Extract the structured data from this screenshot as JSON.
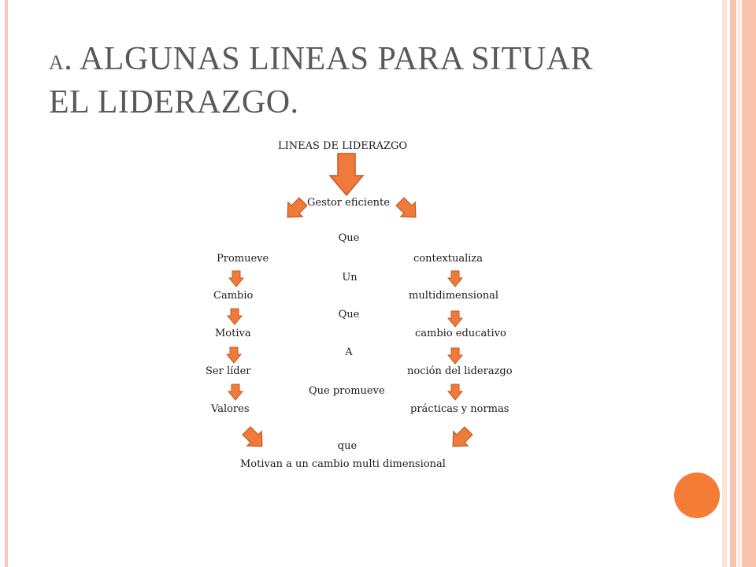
{
  "slide": {
    "title_letter": "A",
    "title_rest": ". ALGUNAS LINEAS PARA SITUAR",
    "title_line2": "EL LIDERAZGO.",
    "colors": {
      "accent_orange": "#f47c35",
      "arrow_fill": "#f07a3b",
      "arrow_stroke": "#c25a1f",
      "title_gray": "#595959",
      "stripe_light": "#fde3d6",
      "stripe_mid": "#f9c2ab"
    }
  },
  "diagram": {
    "heading": "LINEAS DE LIDERAZGO",
    "gestor": "Gestor eficiente",
    "que_1": "Que",
    "left_promueve": "Promueve",
    "right_contextualiza": "contextualiza",
    "un": "Un",
    "left_cambio": "Cambio",
    "right_multidimensional": "multidimensional",
    "que_2": "Que",
    "left_motiva": "Motiva",
    "right_cambio_educativo": "cambio educativo",
    "a": "A",
    "left_ser_lider": "Ser líder",
    "right_nocion": "noción del liderazgo",
    "que_promueve": "Que  promueve",
    "left_valores": "Valores",
    "right_practicas": "prácticas  y normas",
    "que_3": "que",
    "final": "Motivan  a un cambio multi dimensional"
  }
}
